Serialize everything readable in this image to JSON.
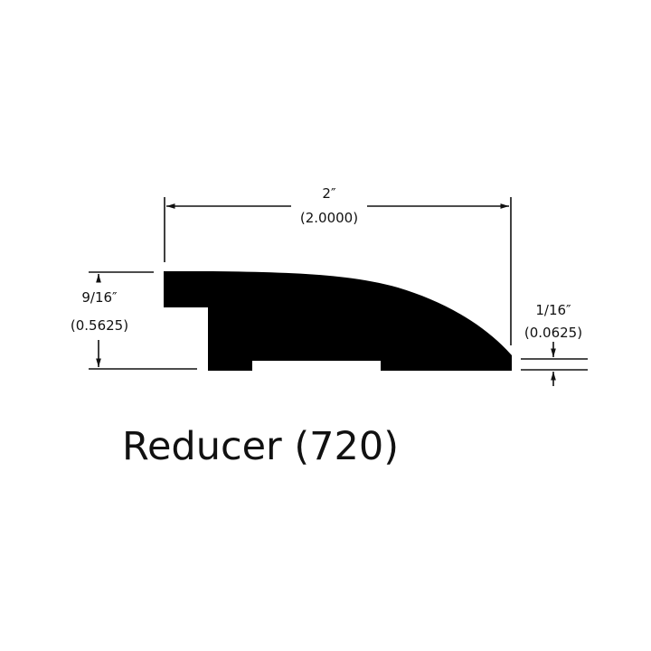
{
  "diagram": {
    "title": "Reducer (720)",
    "profile_color": "#000000",
    "line_color": "#111111",
    "dimensions": {
      "width": {
        "fraction": "2″",
        "decimal": "(2.0000)"
      },
      "height": {
        "fraction": "9/16″",
        "decimal": "(0.5625)"
      },
      "edge": {
        "fraction": "1/16″",
        "decimal": "(0.0625)"
      }
    }
  }
}
